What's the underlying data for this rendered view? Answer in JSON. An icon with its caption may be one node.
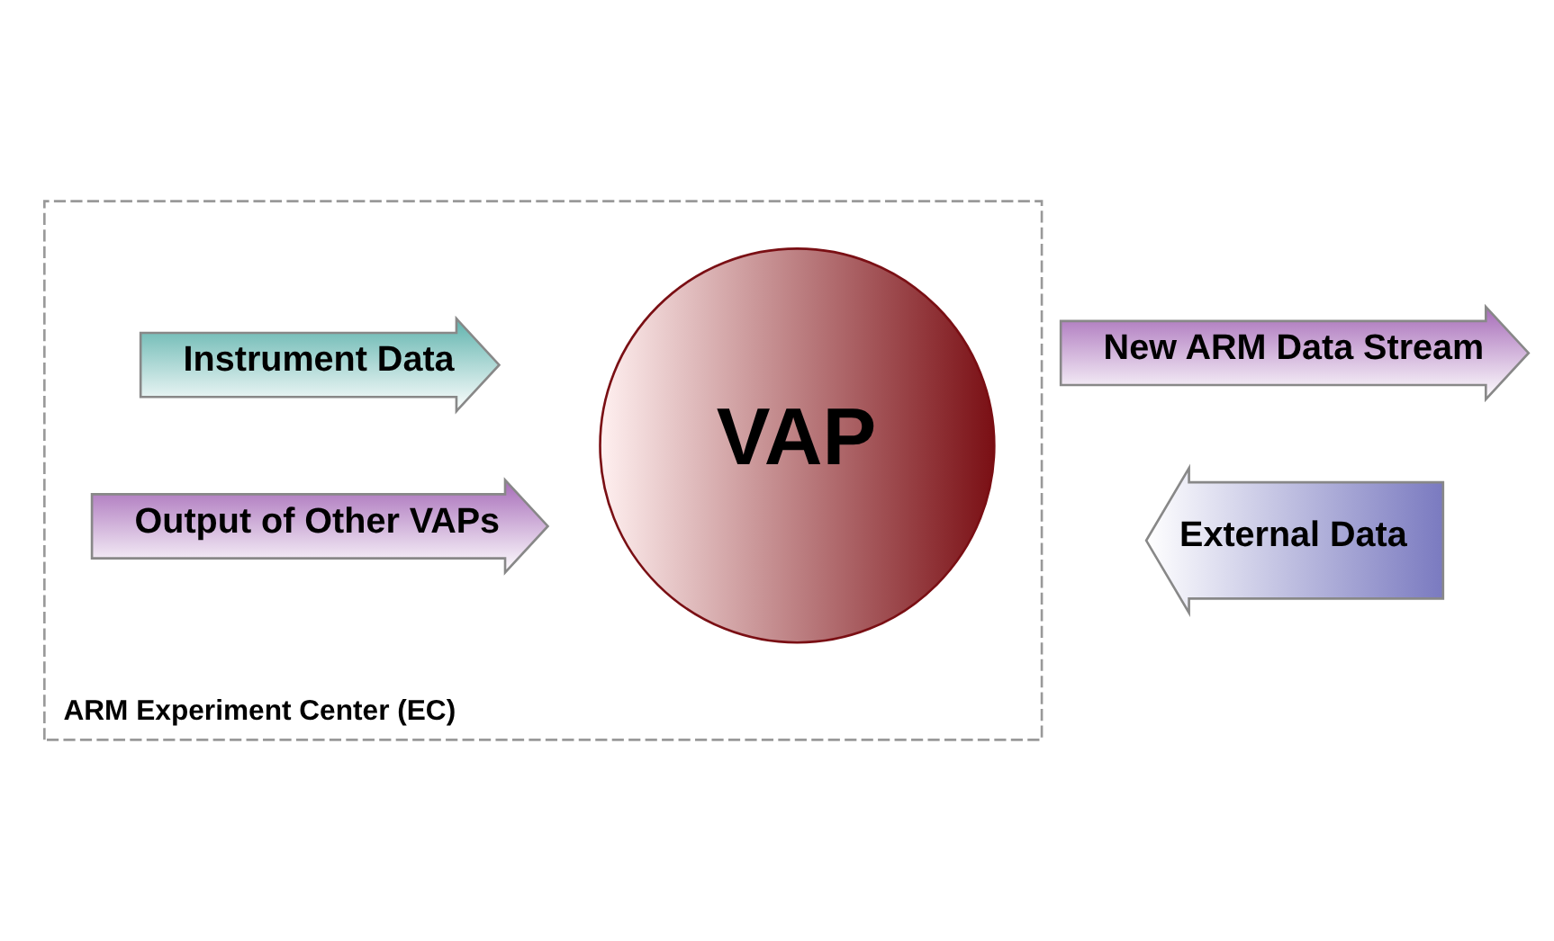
{
  "diagram": {
    "nodes": [
      {
        "text": [
          "ARM Experiment Center (EC)"
        ]
      },
      {
        "text": [
          "Instrument Data"
        ],
        "in": 0
      },
      {
        "text": [
          "Output of Other VAPs"
        ],
        "in": 0
      },
      {
        "text": [
          "VAP"
        ],
        "in": 0
      },
      {
        "text": [
          "New ARM Data Stream"
        ]
      },
      {
        "text": [
          "External Data"
        ]
      }
    ]
  }
}
